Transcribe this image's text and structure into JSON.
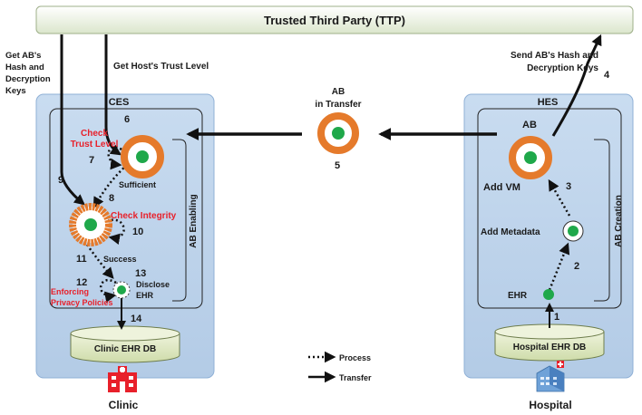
{
  "ttp": {
    "label": "Trusted Third Party (TTP)"
  },
  "ces": {
    "title": "CES",
    "enabling_label": "AB Enabling",
    "check_trust_level": "Check Trust Level",
    "sufficient": "Sufficient",
    "check_integrity": "Check Integrity",
    "success": "Success",
    "enforcing_privacy_policies": "Enforcing Privacy Policies",
    "disclose_ehr": "Disclose EHR",
    "db_label": "Clinic EHR DB",
    "place_label": "Clinic"
  },
  "hes": {
    "title": "HES",
    "creation_label": "AB Creation",
    "ab_label": "AB",
    "add_vm": "Add VM",
    "add_metadata": "Add Metadata",
    "ehr": "EHR",
    "db_label": "Hospital EHR DB",
    "place_label": "Hospital"
  },
  "transfer": {
    "label": "AB in Transfer"
  },
  "arrows": {
    "get_keys": "Get AB's Hash and Decryption Keys",
    "get_trust": "Get Host's Trust Level",
    "send_keys": "Send AB's Hash and Decryption Keys"
  },
  "steps": [
    "1",
    "2",
    "3",
    "4",
    "5",
    "6",
    "7",
    "8",
    "9",
    "10",
    "11",
    "12",
    "13",
    "14"
  ],
  "legend": {
    "process": "Process",
    "transfer": "Transfer"
  },
  "colors": {
    "orange": "#e57a2b",
    "green": "#1fa84a",
    "panel": "#bcd3ec",
    "ttp": "#eef4e2",
    "db": "#dfe8c4",
    "red": "#e8202a"
  }
}
